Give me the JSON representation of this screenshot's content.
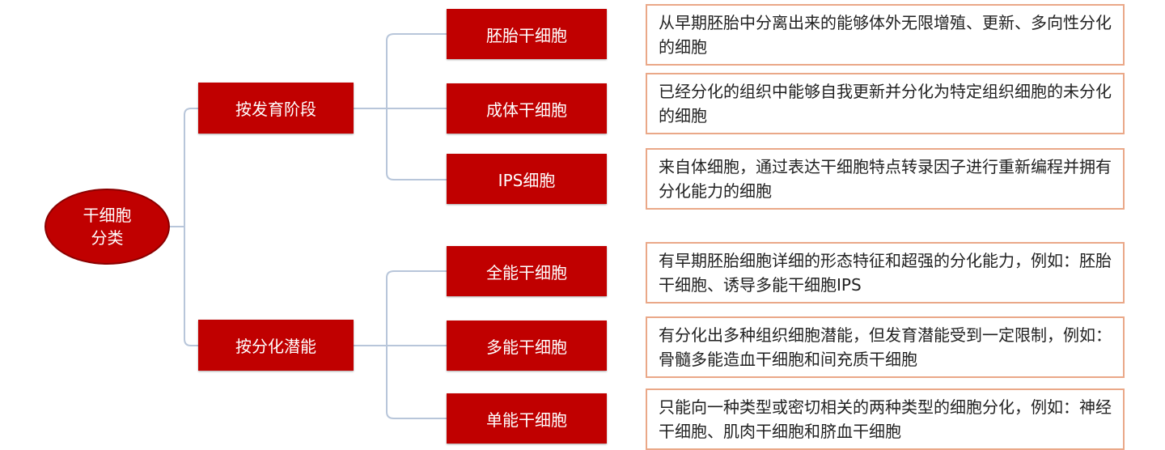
{
  "root": {
    "line1": "干细胞",
    "line2": "分类"
  },
  "groups": [
    {
      "label": "按发育阶段",
      "items": [
        {
          "name": "胚胎干细胞",
          "description": "从早期胚胎中分离出来的能够体外无限增殖、更新、多向性分化的细胞"
        },
        {
          "name": "成体干细胞",
          "description": "已经分化的组织中能够自我更新并分化为特定组织细胞的未分化的细胞"
        },
        {
          "name": "IPS细胞",
          "description": "来自体细胞，通过表达干细胞特点转录因子进行重新编程并拥有分化能力的细胞"
        }
      ]
    },
    {
      "label": "按分化潜能",
      "items": [
        {
          "name": "全能干细胞",
          "description": "有早期胚胎细胞详细的形态特征和超强的分化能力，例如：胚胎干细胞、诱导多能干细胞IPS"
        },
        {
          "name": "多能干细胞",
          "description": "有分化出多种组织细胞潜能，但发育潜能受到一定限制，例如：骨髓多能造血干细胞和间充质干细胞"
        },
        {
          "name": "单能干细胞",
          "description": "只能向一种类型或密切相关的两种类型的细胞分化，例如：神经干细胞、肌肉干细胞和脐血干细胞"
        }
      ]
    }
  ],
  "colors": {
    "node": "#c00000",
    "connector": "#b8c6da",
    "desc_border": "#eaa888"
  }
}
